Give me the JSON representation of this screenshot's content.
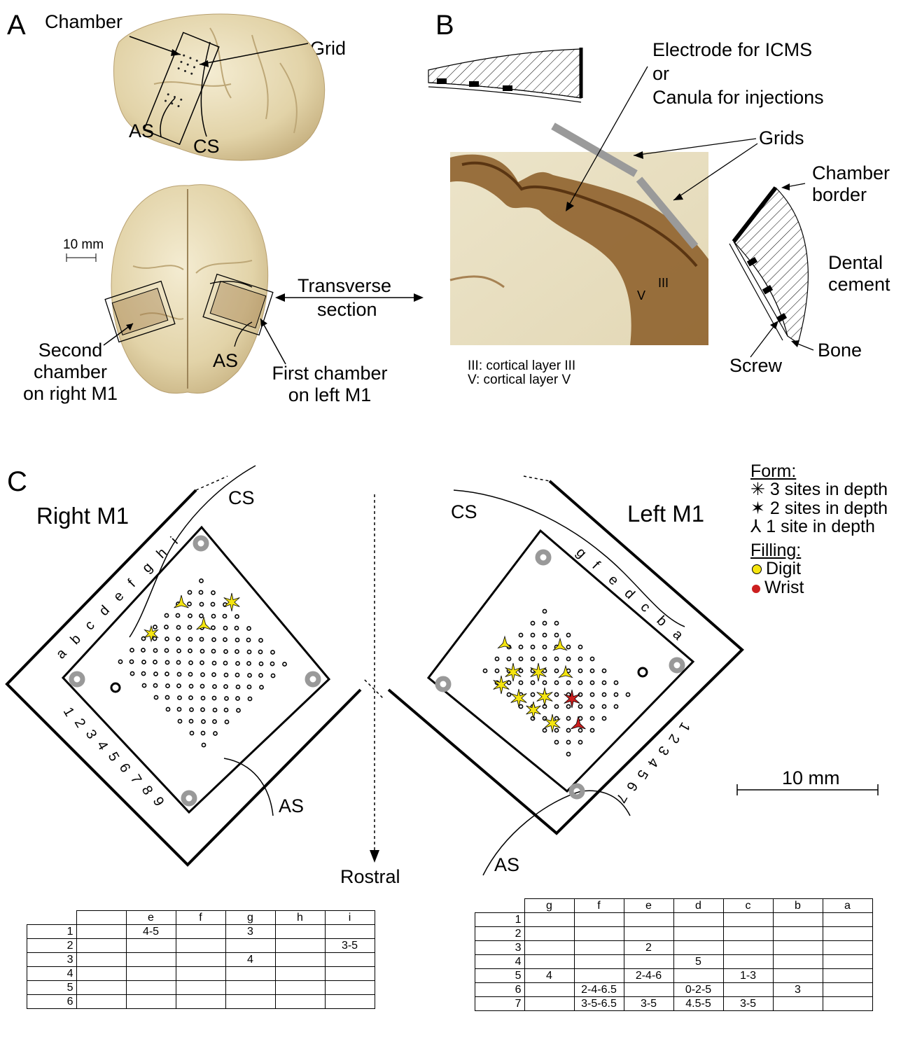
{
  "panels": {
    "a": "A",
    "b": "B",
    "c": "C"
  },
  "panel_a": {
    "chamber": "Chamber",
    "grid": "Grid",
    "as_top": "AS",
    "cs_top": "CS",
    "scale": "10 mm",
    "transverse": "Transverse",
    "section": "section",
    "second_chamber": [
      "Second",
      "chamber",
      "on right M1"
    ],
    "as_bottom": "AS",
    "first_chamber": [
      "First chamber",
      "on left M1"
    ]
  },
  "panel_b": {
    "electrode": [
      "Electrode for ICMS",
      "or",
      "Canula for injections"
    ],
    "grids": "Grids",
    "chamber_border": [
      "Chamber",
      "border"
    ],
    "dental_cement": [
      "Dental",
      "cement"
    ],
    "layer_iii": "III",
    "layer_v": "V",
    "legend": [
      "III: cortical layer III",
      "V: cortical layer V"
    ],
    "screw": "Screw",
    "bone": "Bone"
  },
  "panel_c": {
    "right_title": "Right M1",
    "left_title": "Left M1",
    "cs_right": "CS",
    "cs_left": "CS",
    "as_right": "AS",
    "as_left": "AS",
    "rostral": "Rostral",
    "scale": "10 mm",
    "right_cols": [
      "a",
      "b",
      "c",
      "d",
      "e",
      "f",
      "g",
      "h",
      "i"
    ],
    "right_rows": [
      "1",
      "2",
      "3",
      "4",
      "5",
      "6",
      "7",
      "8",
      "9"
    ],
    "left_cols": [
      "g",
      "f",
      "e",
      "d",
      "c",
      "b",
      "a"
    ],
    "left_rows": [
      "1",
      "2",
      "3",
      "4",
      "5",
      "6",
      "7"
    ],
    "legend": {
      "form_title": "Form:",
      "form_items": [
        "3 sites in depth",
        "2 sites in depth",
        "1 site in depth"
      ],
      "filling_title": "Filling:",
      "filling_items": [
        {
          "label": "Digit",
          "color": "#f5e50f"
        },
        {
          "label": "Wrist",
          "color": "#cc1f1f"
        }
      ]
    }
  },
  "tables": {
    "right": {
      "headers": [
        "",
        "",
        "e",
        "f",
        "g",
        "h",
        "i"
      ],
      "rows": [
        [
          "1",
          "",
          "4-5",
          "",
          "3",
          "",
          ""
        ],
        [
          "2",
          "",
          "",
          "",
          "",
          "",
          "3-5"
        ],
        [
          "3",
          "",
          "",
          "",
          "4",
          "",
          ""
        ],
        [
          "4",
          "",
          "",
          "",
          "",
          "",
          ""
        ],
        [
          "5",
          "",
          "",
          "",
          "",
          "",
          ""
        ],
        [
          "6",
          "",
          "",
          "",
          "",
          "",
          ""
        ]
      ]
    },
    "left": {
      "headers": [
        "",
        "g",
        "f",
        "e",
        "d",
        "c",
        "b",
        "a"
      ],
      "rows": [
        [
          "1",
          "",
          "",
          "",
          "",
          "",
          "",
          ""
        ],
        [
          "2",
          "",
          "",
          "",
          "",
          "",
          "",
          ""
        ],
        [
          "3",
          "",
          "",
          "2",
          "",
          "",
          "",
          ""
        ],
        [
          "4",
          "",
          "",
          "",
          "5",
          "",
          "",
          ""
        ],
        [
          "5",
          "4",
          "",
          "2-4-6",
          "",
          "1-3",
          "",
          ""
        ],
        [
          "6",
          "",
          "2-4-6.5",
          "",
          "0-2-5",
          "",
          "3",
          ""
        ],
        [
          "7",
          "",
          "3-5-6.5",
          "3-5",
          "4.5-5",
          "3-5",
          "",
          ""
        ]
      ]
    }
  }
}
